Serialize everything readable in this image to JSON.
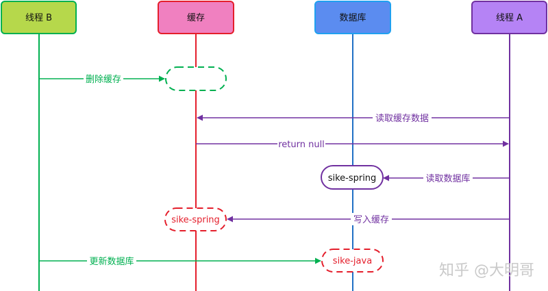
{
  "participants": {
    "thread_b": "线程 B",
    "cache": "缓存",
    "database": "数据库",
    "thread_a": "线程 A"
  },
  "messages": {
    "delete_cache": "删除缓存",
    "read_cache": "读取缓存数据",
    "return_null": "return null",
    "read_db": "读取数据库",
    "write_cache": "写入缓存",
    "update_db": "更新数据库"
  },
  "states": {
    "db_spring": "sike-spring",
    "cache_spring": "sike-spring",
    "db_java": "sike-java"
  },
  "watermark": "知乎 @大明哥",
  "colors": {
    "thread_b": "#00b050",
    "cache": "#e41e2b",
    "database": "#1f6fc5",
    "thread_a": "#7030a0",
    "thread_b_fill": "#b6d84b",
    "cache_fill": "#f080c0",
    "database_fill": "#5b8cf0",
    "thread_a_fill": "#b583f5"
  }
}
